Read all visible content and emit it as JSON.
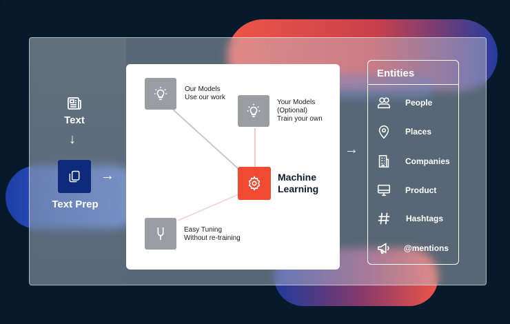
{
  "pipeline": {
    "text_label": "Text",
    "text_prep_label": "Text Prep"
  },
  "card": {
    "our_models": {
      "line1": "Our Models",
      "line2": "Use our work"
    },
    "your_models": {
      "line1": "Your Models",
      "line2": "(Optional)",
      "line3": "Train your own"
    },
    "easy_tuning": {
      "line1": "Easy Tuning",
      "line2": "Without re-training"
    },
    "machine_learning": {
      "line1": "Machine",
      "line2": "Learning"
    }
  },
  "entities": {
    "title": "Entities",
    "items": [
      {
        "label": "People",
        "icon": "people-icon"
      },
      {
        "label": "Places",
        "icon": "location-pin-icon"
      },
      {
        "label": "Companies",
        "icon": "building-icon"
      },
      {
        "label": "Product",
        "icon": "monitor-icon"
      },
      {
        "label": "Hashtags",
        "icon": "hashtag-icon"
      },
      {
        "label": "@mentions",
        "icon": "megaphone-icon"
      }
    ]
  },
  "colors": {
    "background": "#071a2b",
    "accent_red": "#f04a32",
    "prep_blue": "#0d2b7a",
    "node_gray": "#9b9da2"
  }
}
